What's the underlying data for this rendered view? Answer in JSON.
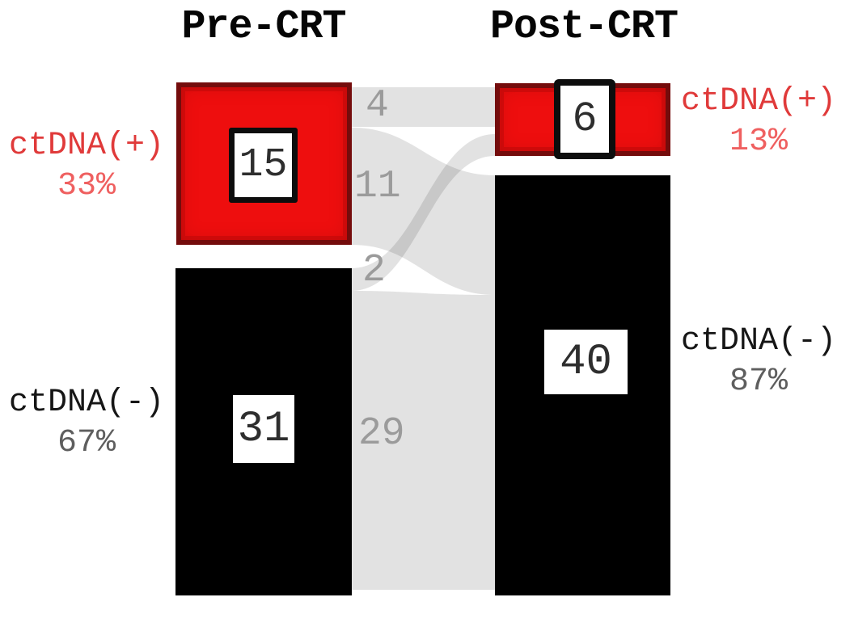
{
  "chart_data": {
    "type": "sankey",
    "columns": [
      "Pre-CRT",
      "Post-CRT"
    ],
    "nodes": [
      {
        "id": "pre_pos",
        "column": "Pre-CRT",
        "label": "ctDNA(+)",
        "percent": "33%",
        "value": 15,
        "color": "#ee0e0e"
      },
      {
        "id": "pre_neg",
        "column": "Pre-CRT",
        "label": "ctDNA(-)",
        "percent": "67%",
        "value": 31,
        "color": "#000000"
      },
      {
        "id": "post_pos",
        "column": "Post-CRT",
        "label": "ctDNA(+)",
        "percent": "13%",
        "value": 6,
        "color": "#ee0e0e"
      },
      {
        "id": "post_neg",
        "column": "Post-CRT",
        "label": "ctDNA(-)",
        "percent": "87%",
        "value": 40,
        "color": "#000000"
      }
    ],
    "links": [
      {
        "source": "pre_pos",
        "target": "post_pos",
        "value": 4
      },
      {
        "source": "pre_pos",
        "target": "post_neg",
        "value": 11
      },
      {
        "source": "pre_neg",
        "target": "post_pos",
        "value": 2
      },
      {
        "source": "pre_neg",
        "target": "post_neg",
        "value": 29
      }
    ],
    "legend": "none",
    "flow_color": "#e3e3e3"
  },
  "colors": {
    "background": "#ffffff",
    "positive_fill": "#ee0e0e",
    "positive_border": "#740c0c",
    "negative_fill": "#000000",
    "flow_gray": "#e3e3e3",
    "flow_label_gray": "#9b9b9b",
    "positive_label_red": "#e03a3a",
    "positive_pct_red": "#ef6060",
    "negative_pct_gray": "#5e5e5e",
    "value_text": "#2e2e2e"
  }
}
